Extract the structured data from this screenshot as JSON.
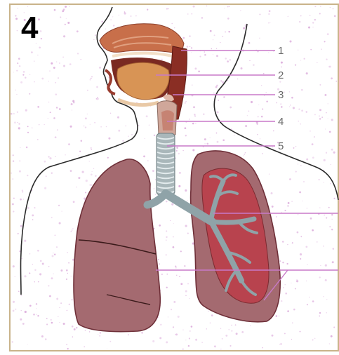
{
  "panel": {
    "number": "4"
  },
  "labels": [
    {
      "id": "1",
      "text": "1"
    },
    {
      "id": "2",
      "text": "2"
    },
    {
      "id": "3",
      "text": "3"
    },
    {
      "id": "4",
      "text": "4"
    },
    {
      "id": "5",
      "text": "5"
    }
  ],
  "colors": {
    "frame": "#c9b38a",
    "outline": "#2a2a2a",
    "leader": "#c879c8",
    "speckle": "#d9a6d9",
    "lung_fill": "#a46a70",
    "lung_dark": "#6e2f38",
    "lung_inner": "#b8434e",
    "trachea": "#a9b7ba",
    "bronchi": "#8fa3a8",
    "head_cavity": "#c86f4a",
    "tongue": "#d89455",
    "larynx": "#d0a79a"
  }
}
